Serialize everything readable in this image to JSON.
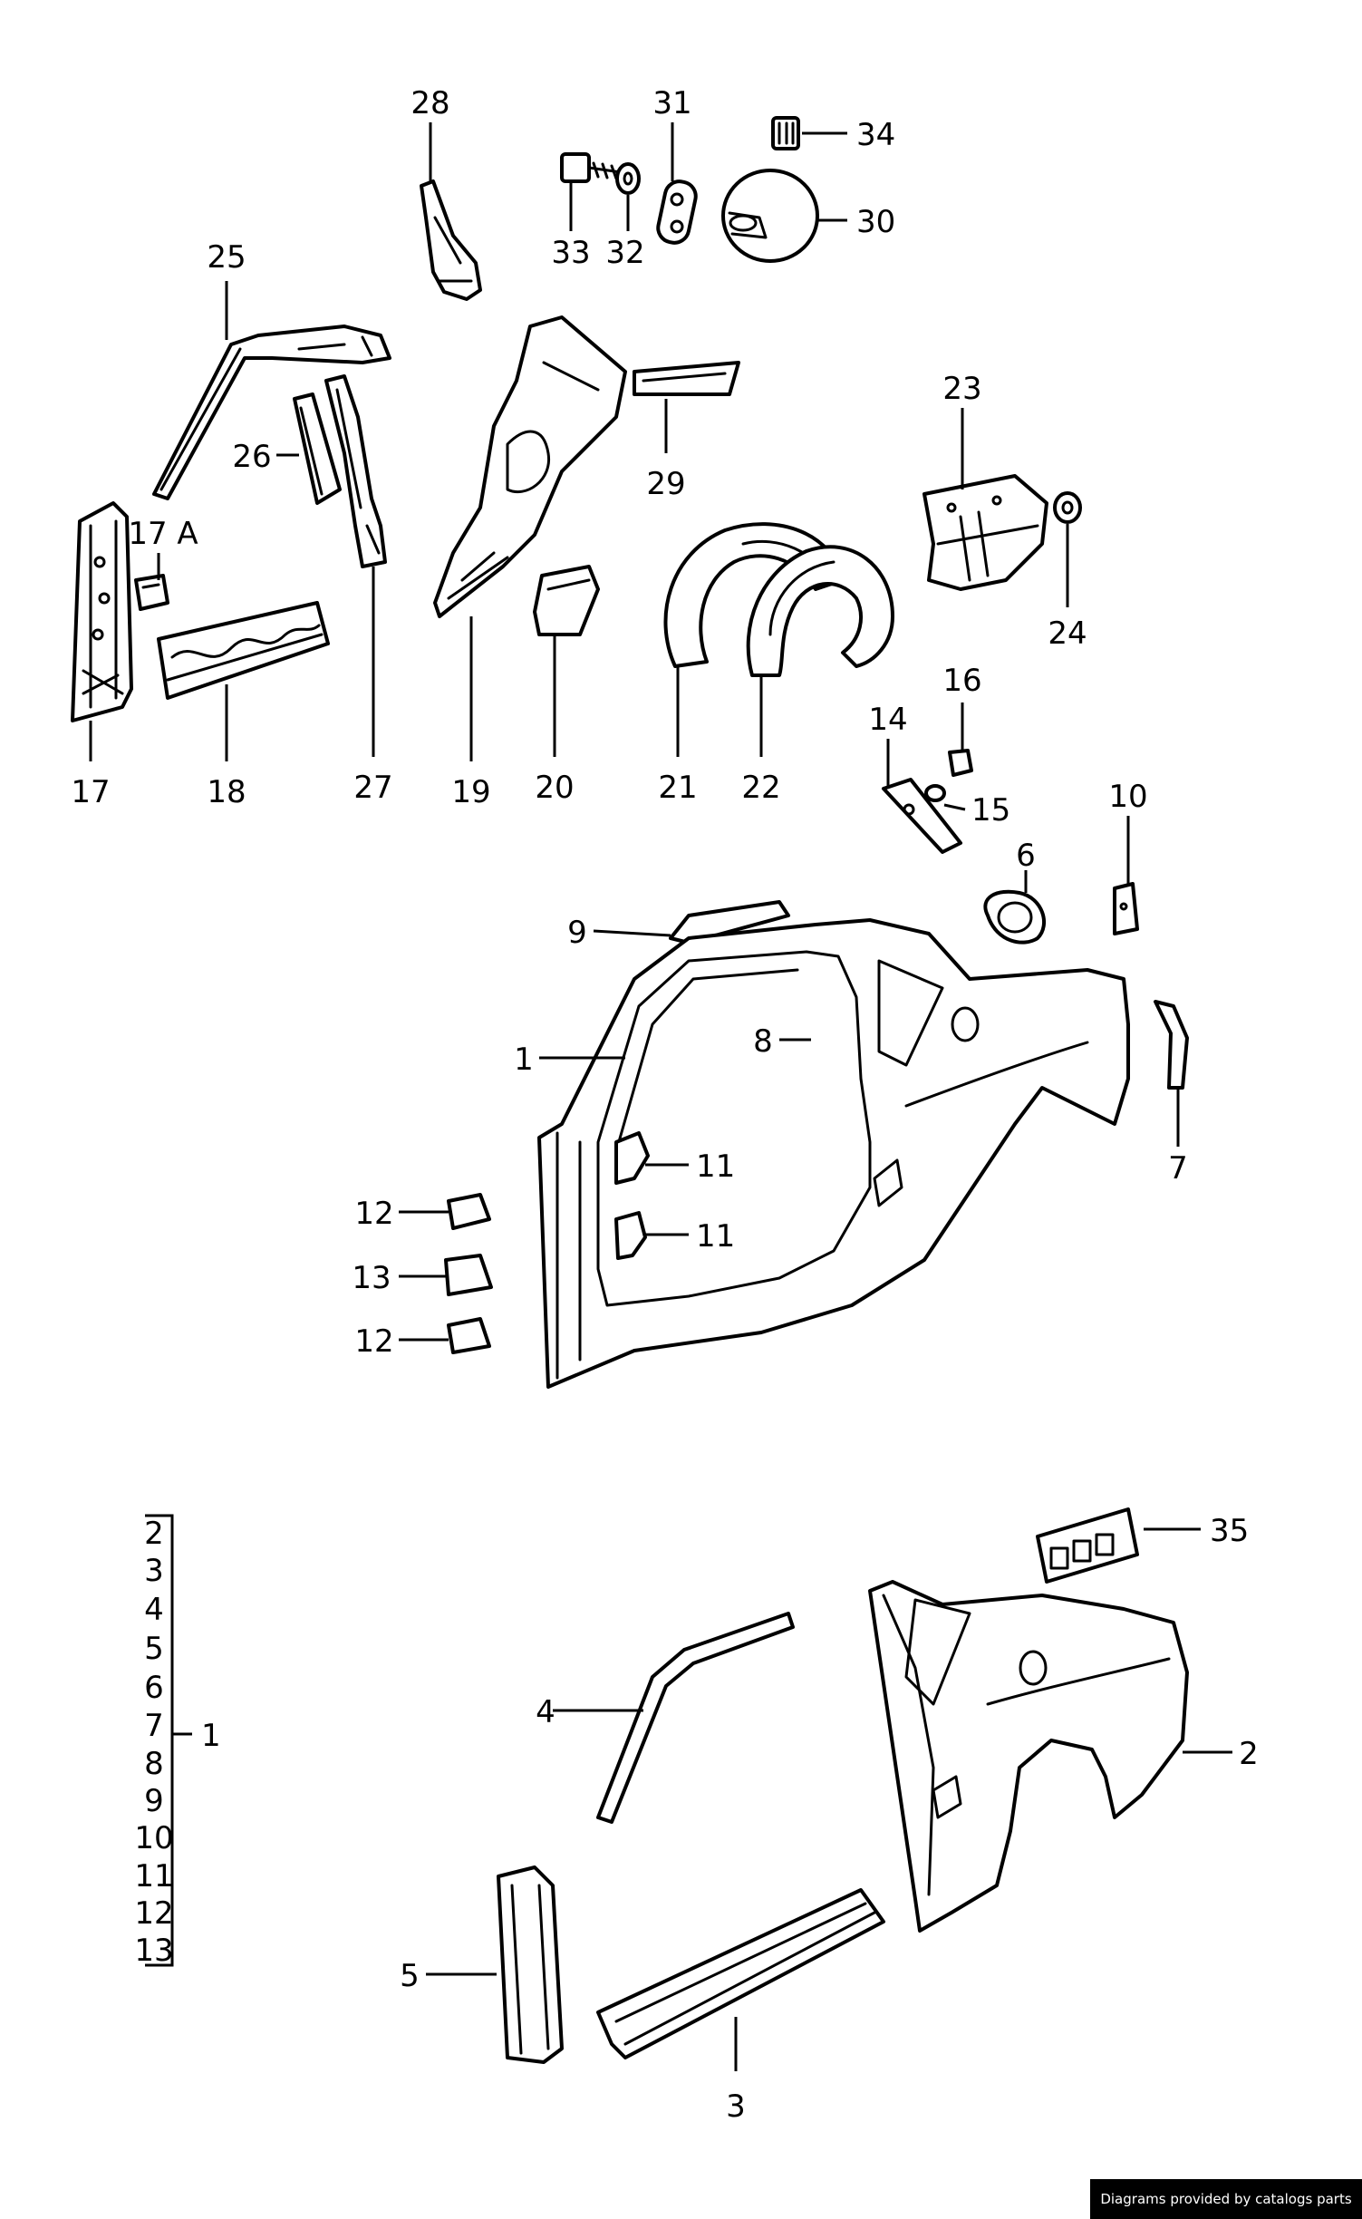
{
  "diagram": {
    "callouts": [
      {
        "id": "c28",
        "text": "28"
      },
      {
        "id": "c31",
        "text": "31"
      },
      {
        "id": "c34",
        "text": "34"
      },
      {
        "id": "c33",
        "text": "33"
      },
      {
        "id": "c32",
        "text": "32"
      },
      {
        "id": "c30",
        "text": "30"
      },
      {
        "id": "c25",
        "text": "25"
      },
      {
        "id": "c26",
        "text": "26"
      },
      {
        "id": "c29",
        "text": "29"
      },
      {
        "id": "c23",
        "text": "23"
      },
      {
        "id": "c17a",
        "text": "17 A"
      },
      {
        "id": "c24",
        "text": "24"
      },
      {
        "id": "c17",
        "text": "17"
      },
      {
        "id": "c18",
        "text": "18"
      },
      {
        "id": "c27",
        "text": "27"
      },
      {
        "id": "c19",
        "text": "19"
      },
      {
        "id": "c20",
        "text": "20"
      },
      {
        "id": "c21",
        "text": "21"
      },
      {
        "id": "c22",
        "text": "22"
      },
      {
        "id": "c16",
        "text": "16"
      },
      {
        "id": "c14",
        "text": "14"
      },
      {
        "id": "c15",
        "text": "15"
      },
      {
        "id": "c10",
        "text": "10"
      },
      {
        "id": "c6",
        "text": "6"
      },
      {
        "id": "c9",
        "text": "9"
      },
      {
        "id": "c1",
        "text": "1"
      },
      {
        "id": "c8",
        "text": "8"
      },
      {
        "id": "c7",
        "text": "7"
      },
      {
        "id": "c11a",
        "text": "11"
      },
      {
        "id": "c11b",
        "text": "11"
      },
      {
        "id": "c12a",
        "text": "12"
      },
      {
        "id": "c13",
        "text": "13"
      },
      {
        "id": "c12b",
        "text": "12"
      },
      {
        "id": "c35",
        "text": "35"
      },
      {
        "id": "c4",
        "text": "4"
      },
      {
        "id": "c2",
        "text": "2"
      },
      {
        "id": "c5",
        "text": "5"
      },
      {
        "id": "c3",
        "text": "3"
      }
    ],
    "group_list": [
      "2",
      "3",
      "4",
      "5",
      "6",
      "7",
      "8",
      "9",
      "10",
      "11",
      "12",
      "13"
    ],
    "group_label": "1"
  },
  "credit": "Diagrams provided by catalogs parts"
}
